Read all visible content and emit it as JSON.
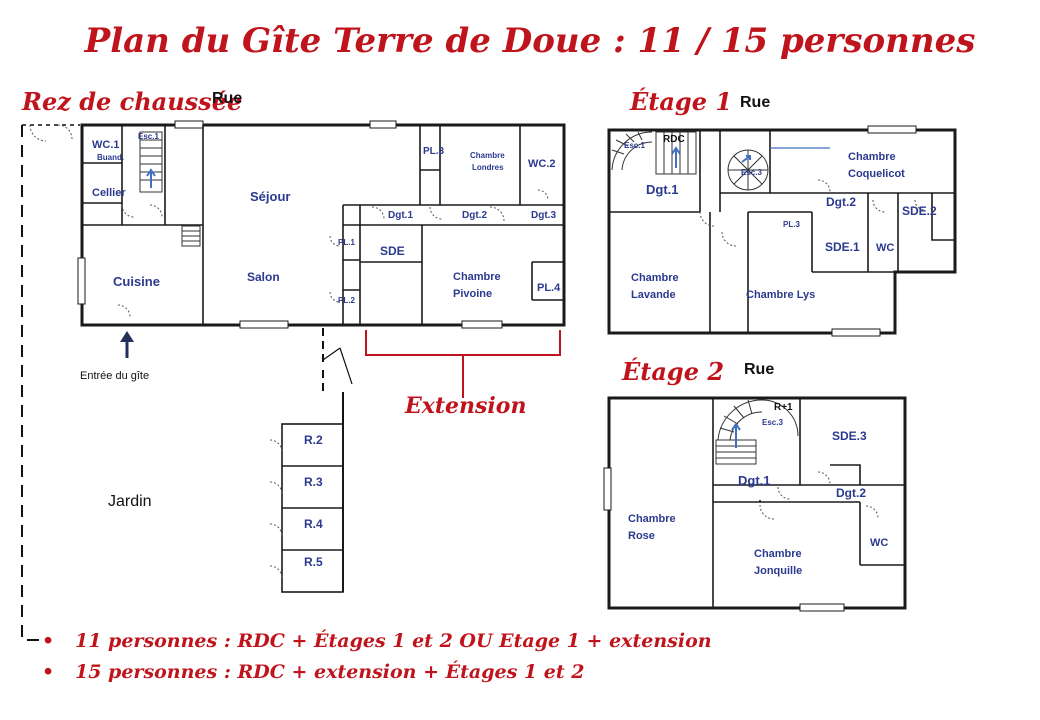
{
  "title": "Plan du Gîte Terre de Doue :  11  /  15 personnes",
  "floors": {
    "rdc": {
      "label": "Rez de chaussée",
      "street": "Rue",
      "rooms": {
        "wc1": "WC.1",
        "buand": "Buand.",
        "esc1": "Esc.1",
        "cellier": "Cellier",
        "sejour": "Séjour",
        "salon": "Salon",
        "cuisine": "Cuisine",
        "pl3": "PL.3",
        "chambre_londres_1": "Chambre",
        "chambre_londres_2": "Londres",
        "wc2": "WC.2",
        "dgt1": "Dgt.1",
        "dgt2": "Dgt.2",
        "dgt3": "Dgt.3",
        "pl1": "PL.1",
        "pl2": "PL.2",
        "sde": "SDE",
        "chambre_pivoine_1": "Chambre",
        "chambre_pivoine_2": "Pivoine",
        "pl4": "PL.4"
      },
      "entry": "Entrée du gîte",
      "extension": "Extension",
      "garden": "Jardin",
      "sheds": [
        "R.2",
        "R.3",
        "R.4",
        "R.5"
      ]
    },
    "etage1": {
      "label": "Étage 1",
      "street": "Rue",
      "rooms": {
        "rdc": "RDC",
        "esc1": "Esc.1",
        "esc3": "Esc.3",
        "dgt1": "Dgt.1",
        "dgt2": "Dgt.2",
        "chambre_coquelicot_1": "Chambre",
        "chambre_coquelicot_2": "Coquelicot",
        "sde2": "SDE.2",
        "pl3": "PL.3",
        "sde1": "SDE.1",
        "wc": "WC",
        "chambre_lavande_1": "Chambre",
        "chambre_lavande_2": "Lavande",
        "chambre_lys": "Chambre Lys"
      }
    },
    "etage2": {
      "label": "Étage 2",
      "street": "Rue",
      "rooms": {
        "r1": "R+1",
        "esc3": "Esc.3",
        "sde3": "SDE.3",
        "dgt1": "Dgt.1",
        "dgt2": "Dgt.2",
        "chambre_rose_1": "Chambre",
        "chambre_rose_2": "Rose",
        "chambre_jonquille_1": "Chambre",
        "chambre_jonquille_2": "Jonquille",
        "wc": "WC"
      }
    }
  },
  "notes": [
    "11 personnes : RDC + Étages 1 et 2 OU Etage 1  +  extension",
    "15 personnes : RDC + extension + Étages 1 et 2"
  ],
  "colors": {
    "accent": "#c0141c",
    "room_text": "#2b3a8f",
    "stair_arrow": "#3f6fc2"
  }
}
